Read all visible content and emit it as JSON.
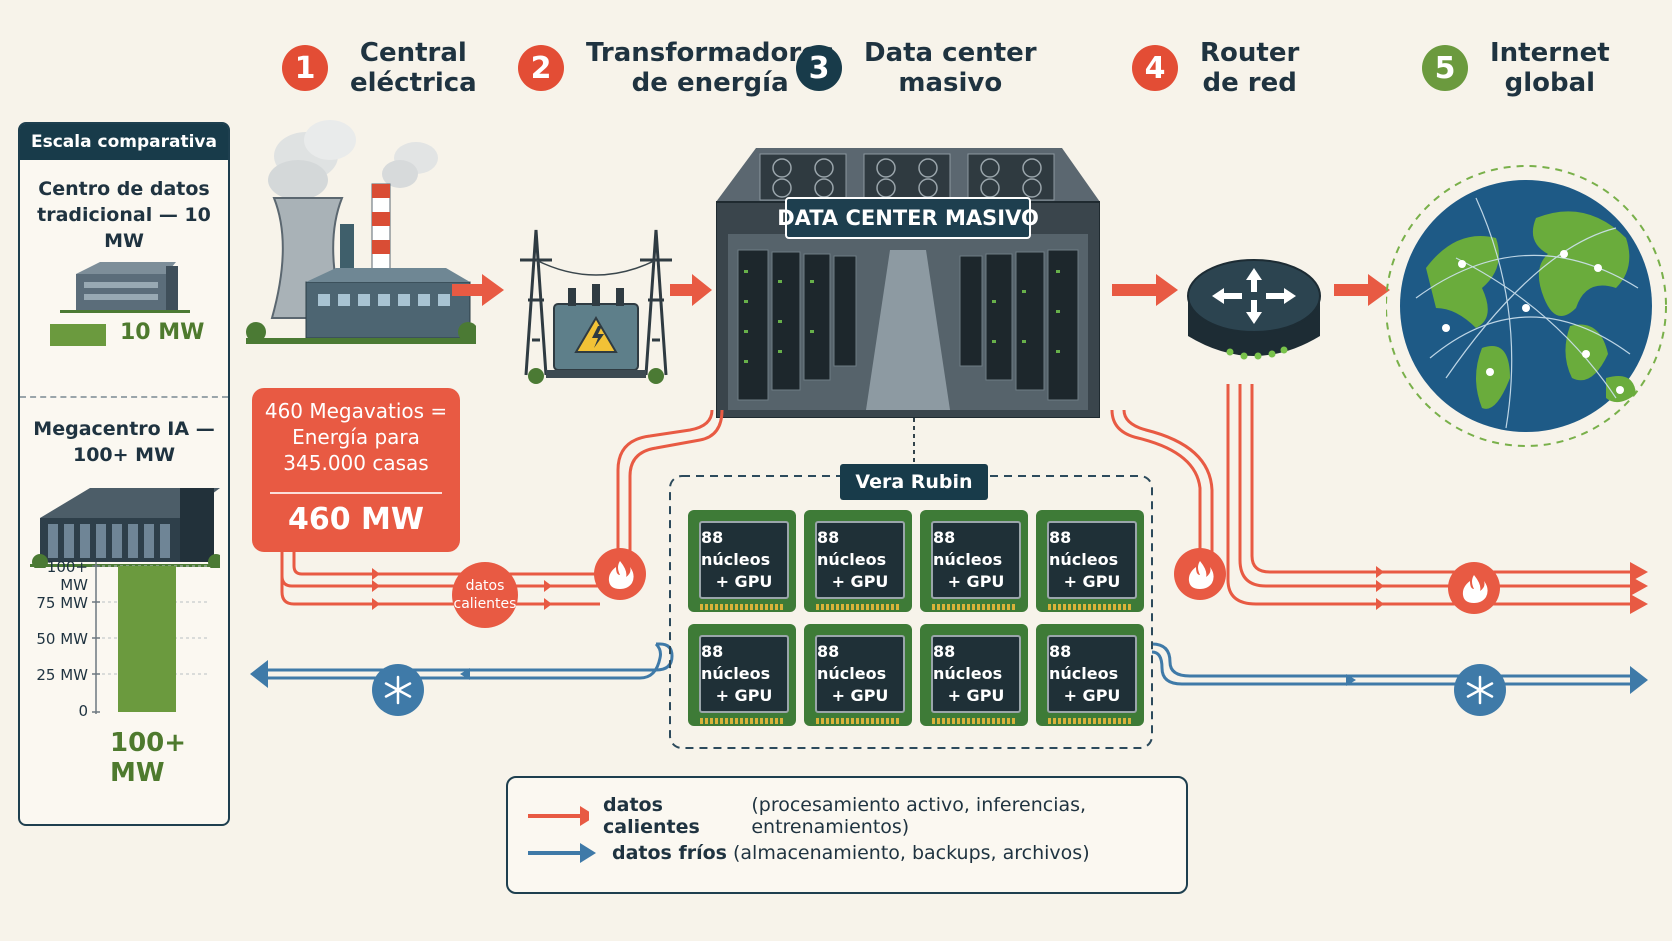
{
  "steps": [
    {
      "num": "1",
      "line1": "Central",
      "line2": "eléctrica",
      "color": "#e34d35"
    },
    {
      "num": "2",
      "line1": "Transformadores",
      "line2": "de energía",
      "color": "#e34d35"
    },
    {
      "num": "3",
      "line1": "Data center",
      "line2": "masivo",
      "color": "#183b4a"
    },
    {
      "num": "4",
      "line1": "Router",
      "line2": "de red",
      "color": "#e34d35"
    },
    {
      "num": "5",
      "line1": "Internet",
      "line2": "global",
      "color": "#6b9a3e"
    }
  ],
  "scale_panel": {
    "title": "Escala comparativa",
    "traditional_line1": "Centro de datos",
    "traditional_line2": "tradicional — 10 MW",
    "traditional_bar_label": "10 MW",
    "mega_line1": "Megacentro IA —",
    "mega_line2": "100+ MW",
    "chart_ticks": [
      "100+ MW",
      "75 MW",
      "50 MW",
      "25 MW",
      "0"
    ],
    "bar_label": "100+ MW"
  },
  "power_box": {
    "line1": "460 Megavatios =",
    "line2": "Energía para",
    "line3": "345.000 casas",
    "value": "460 MW"
  },
  "datacenter_sign": "DATA CENTER MASIVO",
  "vera_rubin": {
    "label": "Vera Rubin",
    "chips": [
      {
        "line1": "88 núcleos",
        "line2": "+ GPU"
      },
      {
        "line1": "88 núcleos",
        "line2": "+ GPU"
      },
      {
        "line1": "88 núcleos",
        "line2": "+ GPU"
      },
      {
        "line1": "88 núcleos",
        "line2": "+ GPU"
      },
      {
        "line1": "88 núcleos",
        "line2": "+ GPU"
      },
      {
        "line1": "88 núcleos",
        "line2": "+ GPU"
      },
      {
        "line1": "88 núcleos",
        "line2": "+ GPU"
      },
      {
        "line1": "88 núcleos",
        "line2": "+ GPU"
      }
    ]
  },
  "hot_label_line1": "datos",
  "hot_label_line2": "calientes",
  "legend": {
    "hot_term": "datos calientes",
    "hot_desc": "(procesamiento activo, inferencias, entrenamientos)",
    "cold_term": "datos fríos",
    "cold_desc": "(almacenamiento, backups, archivos)"
  },
  "colors": {
    "hot": "#e85a43",
    "cold": "#3f7aa8",
    "dark": "#183b4a",
    "green": "#6b9a3e"
  },
  "icons": [
    "power-plant-icon",
    "transformer-icon",
    "data-center-icon",
    "router-icon",
    "globe-icon",
    "flame-icon",
    "snowflake-icon"
  ]
}
